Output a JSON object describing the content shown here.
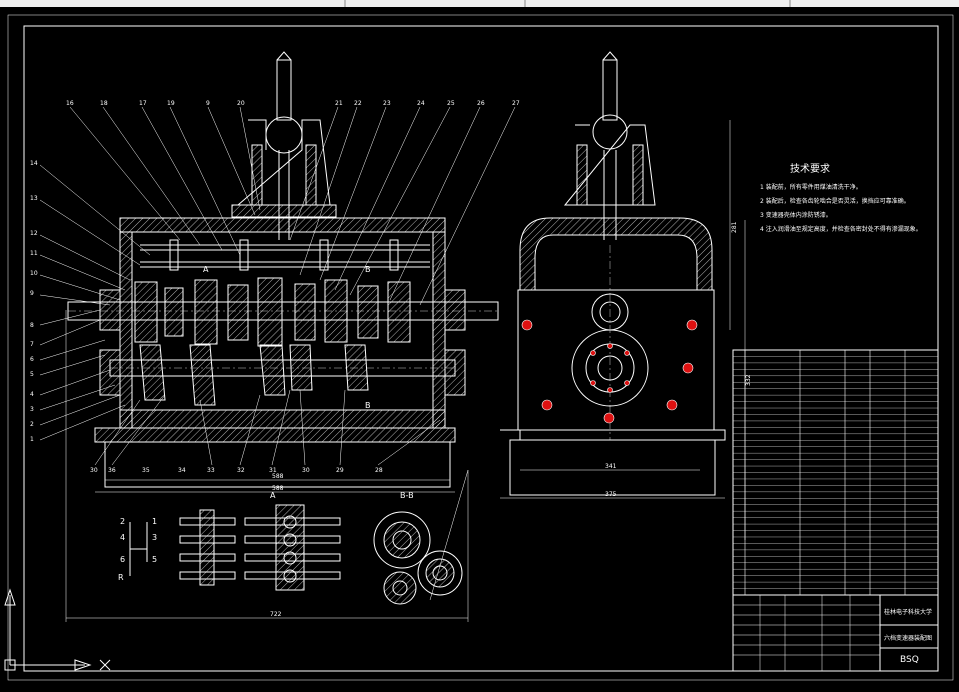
{
  "section_labels": {
    "view_a": "A",
    "view_bb": "B-B",
    "mark_a": "A",
    "mark_b": "B"
  },
  "shift_pattern": [
    "2",
    "1",
    "4",
    "3",
    "6",
    "5",
    "R"
  ],
  "callouts": {
    "top": [
      "16",
      "18",
      "17",
      "19",
      "9",
      "20",
      "21",
      "22",
      "23",
      "24",
      "25",
      "26",
      "27"
    ],
    "left": [
      "14",
      "13",
      "12",
      "11",
      "10",
      "9",
      "8",
      "7",
      "6",
      "5",
      "4",
      "3",
      "2",
      "1"
    ],
    "bottom": [
      "30",
      "36",
      "35",
      "34",
      "33",
      "32",
      "31",
      "30",
      "29",
      "28"
    ]
  },
  "dimensions": {
    "width_main_inner": "588",
    "width_main": "588",
    "width_total": "722",
    "height_right_upper": "281",
    "height_right": "332",
    "width_side_inner": "341",
    "width_side": "375"
  },
  "technical_requirements": {
    "title": "技术要求",
    "items": [
      "1 装配前，所有零件用煤油清洗干净。",
      "2 装配后，检查各齿轮啮合是否灵活，换挡应可靠准确。",
      "3 变速器壳体内涂防锈漆。",
      "4 注入润滑油至规定高度，并检查各密封处不得有渗漏现象。"
    ]
  },
  "title_block": {
    "school": "桂林电子科技大学",
    "drawing_name": "六档变速器装配图",
    "drawing_no": "BSQ"
  },
  "colors": {
    "background": "#000000",
    "line": "#ffffff",
    "bolt": "#dd1111"
  }
}
